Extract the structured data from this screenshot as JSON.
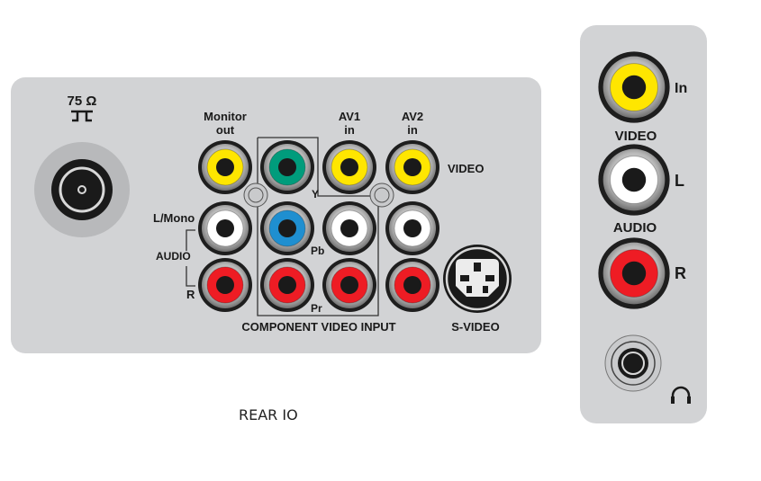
{
  "rear_panel": {
    "antenna_label": "75 Ω",
    "columns": {
      "monitor_out": "Monitor\nout",
      "av1_in": "AV1\nin",
      "av2_in": "AV2\nin"
    },
    "row_video": "VIDEO",
    "row_lmono": "L/Mono",
    "audio_group": "AUDIO",
    "row_r": "R",
    "component_y": "Y",
    "component_pb": "Pb",
    "component_pr": "Pr",
    "component_title": "COMPONENT VIDEO INPUT",
    "svideo_label": "S-VIDEO",
    "caption": "REAR IO"
  },
  "side_panel": {
    "in_label": "In",
    "video_label": "VIDEO",
    "l_label": "L",
    "audio_label": "AUDIO",
    "r_label": "R"
  },
  "colors": {
    "panel": "#d2d3d5",
    "yellow": "#ffe600",
    "white": "#ffffff",
    "red": "#ee1c24",
    "green": "#009c7c",
    "blue": "#1f8fd0"
  },
  "icons": [
    "antenna-symbol-icon",
    "headphones-icon"
  ]
}
